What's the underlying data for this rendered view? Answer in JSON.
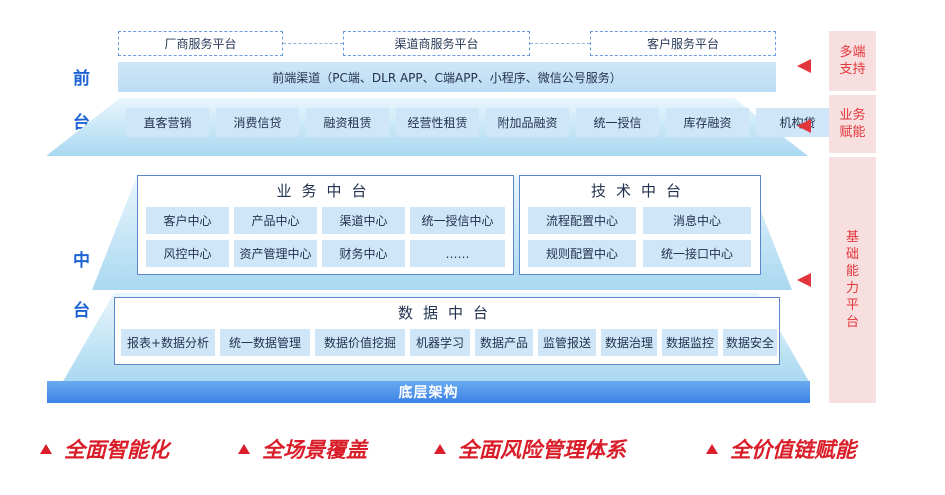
{
  "layers": {
    "front": [
      "前",
      "台"
    ],
    "middle": [
      "中",
      "台"
    ]
  },
  "front": {
    "platforms": [
      "厂商服务平台",
      "渠道商服务平台",
      "客户服务平台"
    ],
    "channel": "前端渠道（PC端、DLR APP、C端APP、小程序、微信公号服务）",
    "business": [
      "直客营销",
      "消费信贷",
      "融资租赁",
      "经营性租赁",
      "附加品融资",
      "统一授信",
      "库存融资",
      "机构贷"
    ]
  },
  "business_center": {
    "title": "业务中台",
    "items": [
      "客户中心",
      "产品中心",
      "渠道中心",
      "统一授信中心",
      "风控中心",
      "资产管理中心",
      "财务中心",
      "……"
    ]
  },
  "tech_center": {
    "title": "技术中台",
    "items": [
      "流程配置中心",
      "消息中心",
      "规则配置中心",
      "统一接口中心"
    ]
  },
  "data_center": {
    "title": "数据中台",
    "items": [
      "报表+数据分析",
      "统一数据管理",
      "数据价值挖掘",
      "机器学习",
      "数据产品",
      "监管报送",
      "数据治理",
      "数据监控",
      "数据安全"
    ]
  },
  "base": "底层架构",
  "side": {
    "multi": "多端支持",
    "enable": "业务赋能",
    "base_platform": [
      "基",
      "础",
      "能",
      "力",
      "平",
      "台"
    ]
  },
  "slogans": [
    "全面智能化",
    "全场景覆盖",
    "全面风险管理体系",
    "全价值链赋能"
  ],
  "colors": {
    "accent_blue": "#1d63d6",
    "accent_red": "#e2363c",
    "cell_blue": "#cfe6f8"
  }
}
